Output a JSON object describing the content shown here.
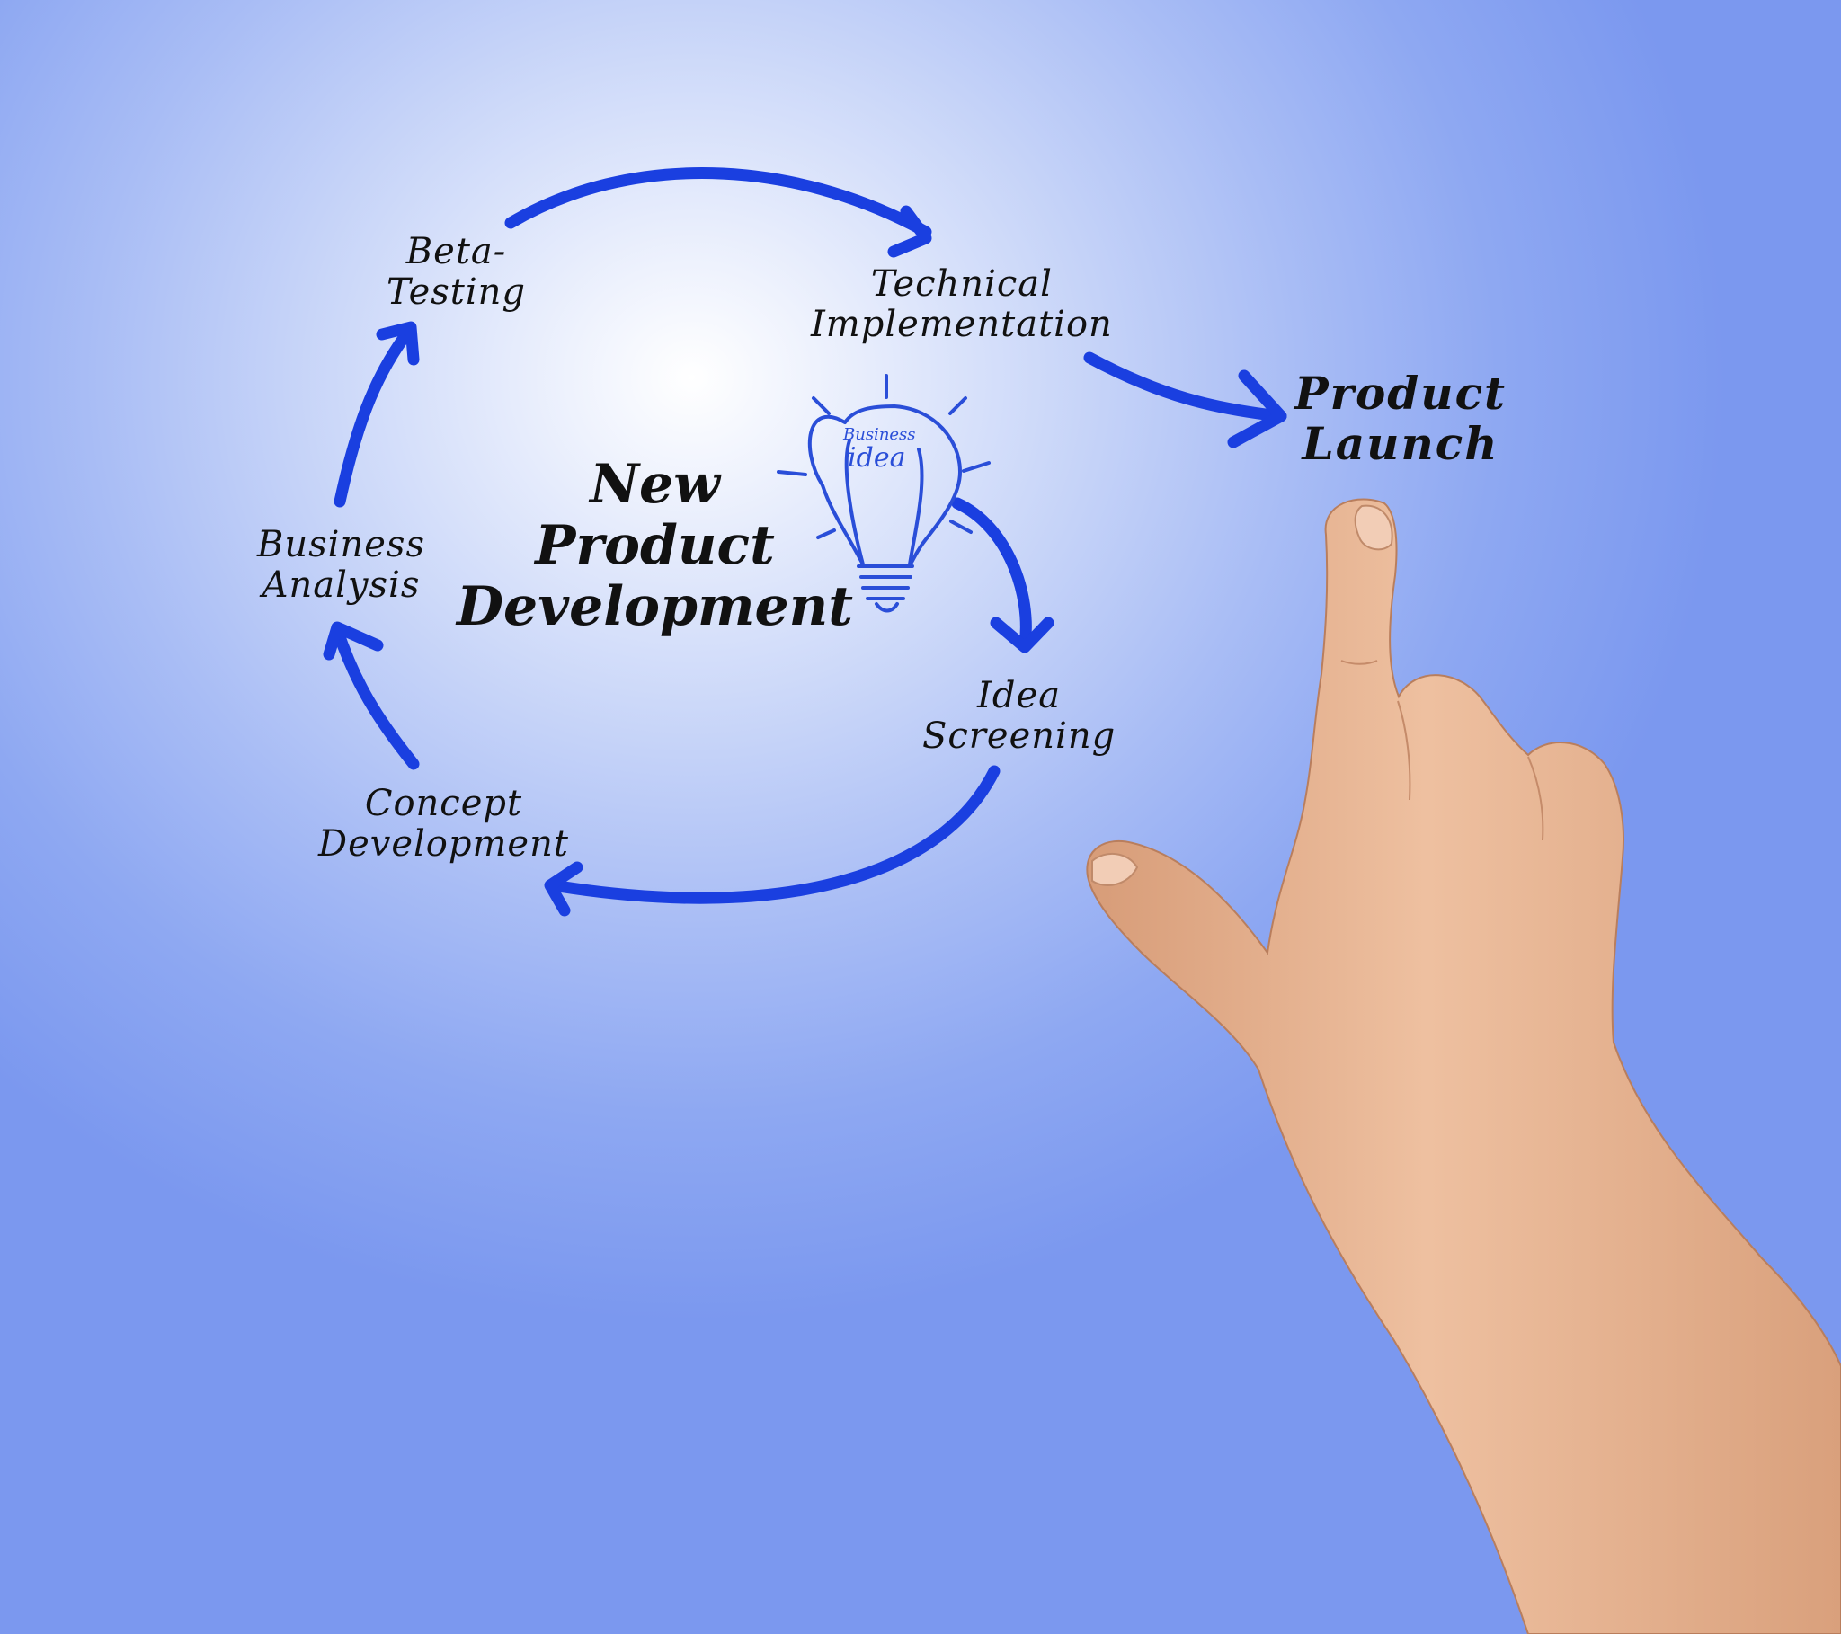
{
  "title": [
    "New",
    "Product",
    "Development"
  ],
  "cycle_stages": [
    {
      "id": "beta-testing",
      "lines": [
        "Beta-",
        "Testing"
      ]
    },
    {
      "id": "technical-implementation",
      "lines": [
        "Technical",
        "Implementation"
      ]
    },
    {
      "id": "idea-screening",
      "lines": [
        "Idea",
        "Screening"
      ]
    },
    {
      "id": "concept-development",
      "lines": [
        "Concept",
        "Development"
      ]
    },
    {
      "id": "business-analysis",
      "lines": [
        "Business",
        "Analysis"
      ]
    }
  ],
  "final_stage": {
    "lines": [
      "Product",
      "Launch"
    ]
  },
  "bulb": {
    "small": "Business",
    "large": "idea"
  },
  "colors": {
    "arrow": "#1a3fe0",
    "text": "#111111",
    "bulb": "#2a4ed8",
    "background_center": "#ffffff",
    "background_edge": "#7b98ef",
    "skin": "#e6b796"
  }
}
